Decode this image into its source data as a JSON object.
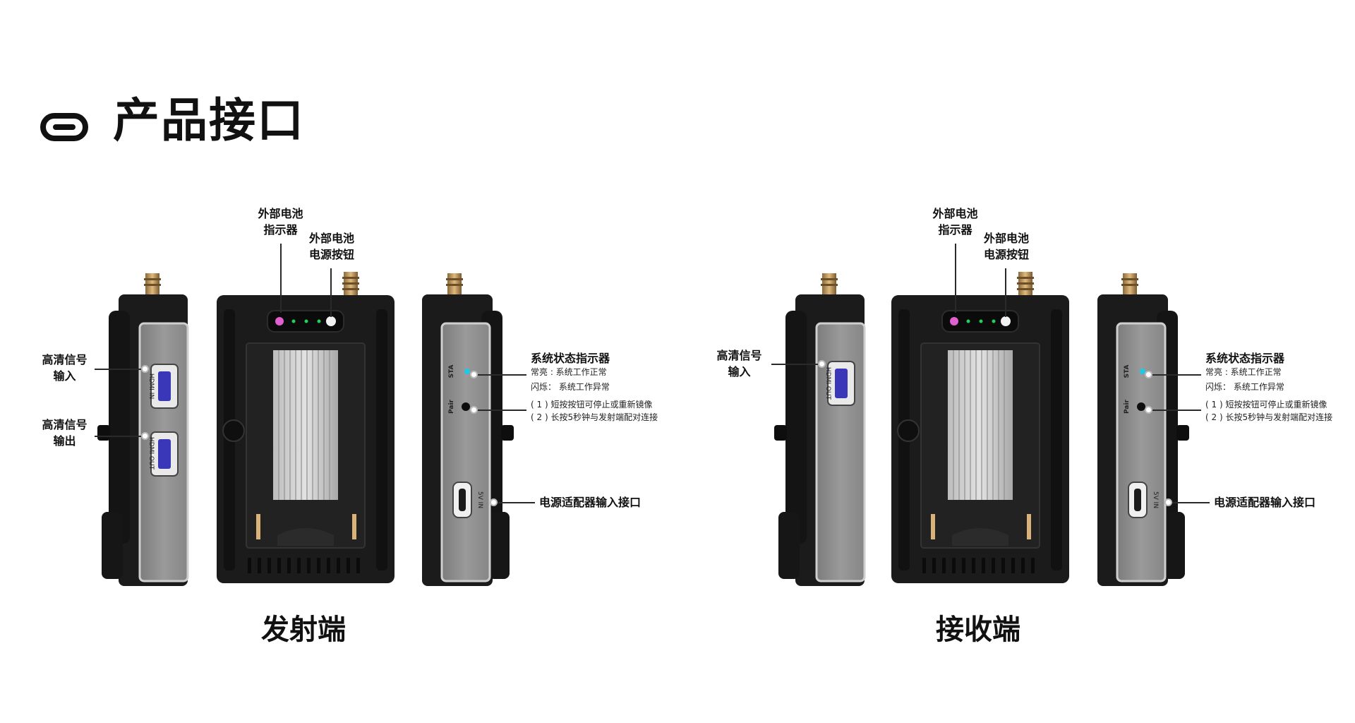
{
  "header": {
    "title": "产品接口",
    "icon": "usb-c-port-icon"
  },
  "transmitter": {
    "title": "发射端",
    "labels": {
      "battery_indicator": [
        "外部电池",
        "指示器"
      ],
      "battery_power_button": [
        "外部电池",
        "电源按钮"
      ],
      "hdmi_input": [
        "高清信号",
        "输入"
      ],
      "hdmi_output": [
        "高清信号",
        "输出"
      ],
      "status_indicator": "系统状态指示器",
      "status_solid": "常亮 : 系统工作正常",
      "status_blink": "闪烁： 系统工作异常",
      "pair_note_1": "( 1 ) 短按按钮可停止或重新镜像",
      "pair_note_2": "( 2 ) 长按5秒钟与发射端配对连接",
      "power_adapter": "电源适配器输入接口"
    },
    "port_text": {
      "hdmi_in": "HDMI IN",
      "hdmi_out": "HDMI OUT",
      "sta": "STA",
      "pair": "Pair",
      "dc": "5V IN"
    }
  },
  "receiver": {
    "title": "接收端",
    "labels": {
      "battery_indicator": [
        "外部电池",
        "指示器"
      ],
      "battery_power_button": [
        "外部电池",
        "电源按钮"
      ],
      "hdmi_input": [
        "高清信号",
        "输入"
      ],
      "status_indicator": "系统状态指示器",
      "status_solid": "常亮 : 系统工作正常",
      "status_blink": "闪烁： 系统工作异常",
      "pair_note_1": "( 1 ) 短按按钮可停止或重新镜像",
      "pair_note_2": "( 2 ) 长按5秒钟与发射端配对连接",
      "power_adapter": "电源适配器输入接口"
    },
    "port_text": {
      "hdmi_out": "HDMI OUT",
      "sta": "STA",
      "pair": "Pair",
      "dc": "5V IN"
    }
  },
  "colors": {
    "led_pink": "#e060d0",
    "led_green": "#1fd35a",
    "led_cyan": "#20c8e6",
    "hdmi_blue": "#3a37b8",
    "body_dark": "#1b1b1b",
    "panel_grey": "#8d8d8d"
  }
}
